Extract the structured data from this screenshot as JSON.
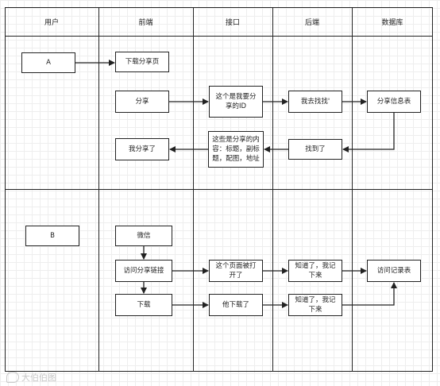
{
  "headers": {
    "user": "用户",
    "frontend": "前端",
    "api": "接口",
    "backend": "后端",
    "database": "数据库"
  },
  "lanes": {
    "a": "A",
    "b": "B"
  },
  "nodes": {
    "a_download_share_page": "下载分享页",
    "a_share": "分享",
    "a_share_id": "这个是我要分享的ID",
    "a_backend_find": "我去找找'",
    "a_share_info_table": "分享信息表",
    "a_found": "找到了",
    "a_share_content": "这些是分享的内容：标题，副标题，配图，地址",
    "a_shared": "我分享了",
    "b_wechat": "微信",
    "b_visit_share_link": "访问分享链接",
    "b_page_opened": "这个页面被打开了",
    "b_noted_1": "知道了，我记下来",
    "b_visit_log_table": "访问记录表",
    "b_download": "下载",
    "b_he_downloaded": "他下载了",
    "b_noted_2": "知道了，我记下来"
  },
  "watermark": "大伯伯图"
}
